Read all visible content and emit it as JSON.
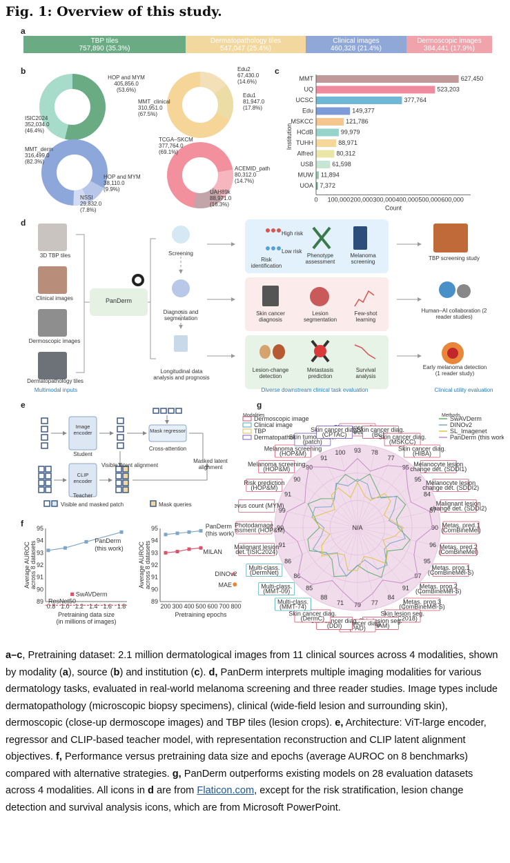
{
  "figure_title": "Fig. 1: Overview of this study.",
  "panel_labels": {
    "a": "a",
    "b": "b",
    "c": "c",
    "d": "d",
    "e": "e",
    "f": "f",
    "g": "g"
  },
  "panel_a": {
    "segments": [
      {
        "label": "TBP tiles",
        "value": "757,890 (35.3%)",
        "color": "#6aab84"
      },
      {
        "label": "Dermatopathology tiles",
        "value": "547,047 (25.4%)",
        "color": "#f2d79e"
      },
      {
        "label": "Clinical images",
        "value": "460,328 (21.4%)",
        "color": "#90a8d8"
      },
      {
        "label": "Dermoscopic images",
        "value": "384,441 (17.9%)",
        "color": "#f0a3ab"
      }
    ]
  },
  "panel_b": {
    "donut1": {
      "a_name": "HOP and MYM",
      "a_val": "405,856.0",
      "a_pct": "(53.6%)",
      "b_name": "ISIC2024",
      "b_val": "352,034.0",
      "b_pct": "(46.4%)"
    },
    "donut2": {
      "a_name": "Edu2",
      "a_val": "67,430.0",
      "a_pct": "(14.6%)",
      "b_name": "Edu1",
      "b_val": "81,947.0",
      "b_pct": "(17.8%)",
      "c_name": "MMT_clinical",
      "c_val": "310,951.0",
      "c_pct": "(67.5%)"
    },
    "donut3": {
      "a_name": "MMT_derm",
      "a_val": "316,499.0",
      "a_pct": "(82.3%)",
      "b_name": "HOP and MYM",
      "b_val": "38,110.0",
      "b_pct": "(9.9%)",
      "c_name": "NSSI",
      "c_val": "29,832.0",
      "c_pct": "(7.8%)"
    },
    "donut4": {
      "a_name": "TCGA–SKCM",
      "a_val": "377,764.0",
      "a_pct": "(69.1%)",
      "b_name": "ACEMID_path",
      "b_val": "80,312.0",
      "b_pct": "(14.7%)",
      "c_name": "UAH89k",
      "c_val": "88,971.0",
      "c_pct": "(16.3%)"
    }
  },
  "chart_data": {
    "type": "bar",
    "orientation": "horizontal",
    "categories": [
      "MMT",
      "UQ",
      "UCSC",
      "Edu",
      "MSKCC",
      "HCdB",
      "TUHH",
      "Alfred",
      "USB",
      "MUW",
      "UOA"
    ],
    "values": [
      627450,
      523203,
      377764,
      149377,
      121786,
      99979,
      88971,
      80312,
      61598,
      11894,
      7372
    ],
    "value_labels": [
      "627,450",
      "523,203",
      "377,764",
      "149,377",
      "121,786",
      "99,979",
      "88,971",
      "80,312",
      "61,598",
      "11,894",
      "7,372"
    ],
    "colors": [
      "#c09a9a",
      "#f08a9e",
      "#6fb7d4",
      "#7d9bd8",
      "#f6c68f",
      "#96d3c8",
      "#f5d79a",
      "#e9e6a7",
      "#c6e6d3",
      "#8fc9a6",
      "#6aab84"
    ],
    "xlabel": "Count",
    "ylabel": "Institution",
    "xlim": [
      0,
      680000
    ],
    "xticks": [
      "0",
      "100,000",
      "200,000",
      "300,000",
      "400,000",
      "500,000",
      "600,000"
    ]
  },
  "panel_d": {
    "inputs": [
      "3D TBP tiles",
      "Clinical images",
      "Dermoscopic images",
      "Dermatopathology tiles"
    ],
    "inputs_caption": "Multimodal inputs",
    "model": "PanDerm",
    "tasks": [
      "Screening",
      "Diagnosis and segmentation",
      "Longitudinal data analysis and prognosis"
    ],
    "row1": [
      "Risk identification",
      "Phenotype assessment",
      "Melanoma screening"
    ],
    "risk": {
      "high": "High risk",
      "low": "Low risk"
    },
    "row2": [
      "Skin cancer diagnosis",
      "Lesion segmentation",
      "Few-shot learning"
    ],
    "row3": [
      "Lesion-change detection",
      "Metastasis prediction",
      "Survival analysis"
    ],
    "downstream_caption": "Diverse downstream clinical task evaluation",
    "outcomes": [
      "TBP screening study",
      "Human–AI collaboration (2 reader studies)",
      "Early melanoma detection (1 reader study)"
    ],
    "outcomes_caption": "Clinical utility evaluation"
  },
  "panel_e": {
    "image_encoder": "Image encoder",
    "student": "Student",
    "mask_regressor": "Mask regressor",
    "cross_attention": "Cross-attention",
    "visible_alignment": "Visible latent alignment",
    "masked_alignment": "Masked latent alignment",
    "clip_encoder": "CLIP encoder",
    "teacher": "Teacher",
    "legend_patch": "Visible and masked patch",
    "legend_mask": "Mask queries"
  },
  "panel_f": {
    "left": {
      "ylabel": "Average AUROC across 8 datasets",
      "xlabel": "Pretraining data size (in millions of images)",
      "xticks": [
        "0.8",
        "1.0",
        "1.2",
        "1.4",
        "1.6",
        "1.8"
      ],
      "yticks": [
        "89",
        "90",
        "91",
        "92",
        "93",
        "94",
        "95"
      ],
      "panderm": "PanDerm (this work)",
      "swav": "SwAVDerm",
      "resnet": "ResNet50"
    },
    "right": {
      "ylabel": "Average AUROC across 8 datasets",
      "xlabel": "Pretraining epochs",
      "xticks": [
        "200",
        "300",
        "400",
        "500",
        "600",
        "700",
        "800"
      ],
      "yticks": [
        "89",
        "90",
        "91",
        "92",
        "93",
        "94",
        "95"
      ],
      "panderm": "PanDerm (this work)",
      "milan": "MILAN",
      "dino": "DINOv2",
      "mae": "MAE"
    }
  },
  "panel_g": {
    "modalities_title": "Modalities",
    "modalities": [
      "Dermoscopic image",
      "Clinical image",
      "TBP",
      "Dermatopathology"
    ],
    "methods_title": "Methods",
    "methods": [
      "SwAVDerm",
      "DINOv2",
      "SL_Imagenet",
      "PanDerm (this work)"
    ],
    "axes": [
      "Skin cancer diag. (HAM)",
      "Skin cancer diag. (BCN)",
      "Skin cancer diag. (MSKCC)",
      "Skin cancer diag. (HIBA)",
      "Melanocyte lesion change det. (SDDI1)",
      "Melanocyte lesion change det. (SDDI2)",
      "Malignant lesion change det. (SDDI2)",
      "Metas. pred.1 (ComBineMel)",
      "Metas. pred.2 (ComBineMel)",
      "Metas. prog.1 (ComBineMel-S)",
      "Metas. prog.2 (ComBineMel-S)",
      "Metas. prog.3 (ComBineMel-S)",
      "Skin lesion seg. (ISIC2018)",
      "Skin lesion seg. (HAM)",
      "Skin cancer diag. (PAD)",
      "Skin cancer diag. (DDI)",
      "Skin cancer diag. (DermC)",
      "Multi-class. (MMT-74)",
      "Multi-class. (MMT-09)",
      "Multi-class. (DermNet)",
      "Malignant lesion det. (ISIC2024)",
      "Photodamage assessment (HOP&M)",
      "Nevus count (MYM)",
      "Risk prediction (HOP&M)",
      "Melanoma screening (HOP&M)",
      "Melanoma screening (HOP&M)",
      "Skin tumor class. (patch)",
      "Skin cancer diag. (CPTAC)"
    ],
    "outer_values": [
      "93",
      "78",
      "77",
      "95",
      "95",
      "84",
      "87",
      "90",
      "96",
      "95",
      "97",
      "91",
      "84",
      "77",
      "79",
      "71",
      "88",
      "85",
      "86",
      "86",
      "91",
      "90",
      "99",
      "91",
      "90",
      "90",
      "91",
      "100"
    ]
  },
  "caption": {
    "p1": "Pretraining dataset: 2.1 million dermatological images from 11 clinical sources across 4 modalities, shown by modality (",
    "p2": "), source (",
    "p3": ") and institution (",
    "p4": "). ",
    "p5": " PanDerm interprets multiple imaging modalities for various dermatology tasks, evaluated in real-world melanoma screening and three reader studies. Image types include dermatopathology (microscopic biopsy specimens), clinical (wide-field lesion and surrounding skin), dermoscopic (close-up dermoscope images) and TBP tiles (lesion crops). ",
    "p6": " Architecture: ViT-large encoder, regressor and CLIP-based teacher model, with representation reconstruction and CLIP latent alignment objectives. ",
    "p7": " Performance versus pretraining data size and epochs (average AUROC on 8 benchmarks) compared with alternative strategies. ",
    "p8": " PanDerm outperforms existing models on 28 evaluation datasets across 4 modalities. All icons in ",
    "p9": " are from ",
    "link": "Flaticon.com",
    "p10": ", except for the risk stratification, lesion change detection and survival analysis icons, which are from Microsoft PowerPoint.",
    "bold_ac": "a–c",
    "bold_a": "a",
    "bold_b": "b",
    "bold_c": "c",
    "bold_d": "d,",
    "bold_e": "e,",
    "bold_f": "f,",
    "bold_g": "g,",
    "bold_d2": "d"
  }
}
